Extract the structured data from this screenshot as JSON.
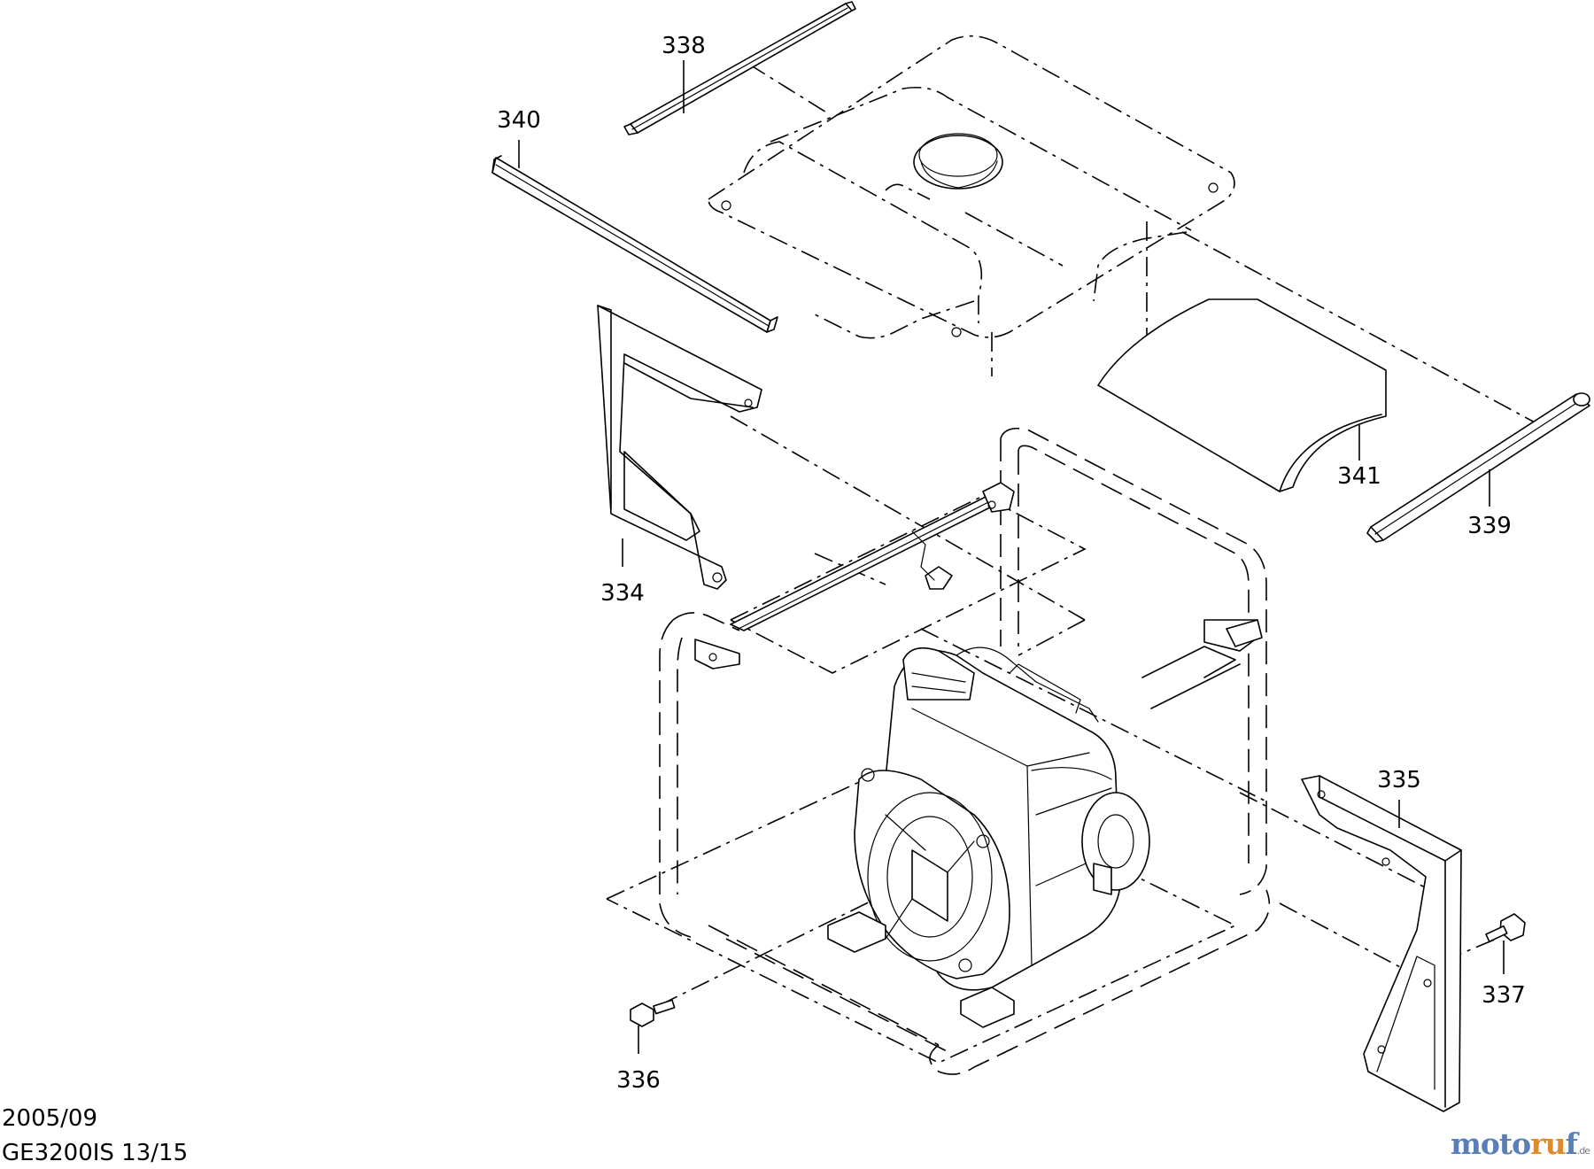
{
  "callouts": {
    "c338": "338",
    "c340": "340",
    "c341": "341",
    "c339": "339",
    "c334": "334",
    "c335": "335",
    "c336": "336",
    "c337": "337"
  },
  "footer": {
    "date": "2005/09",
    "model": "GE3200IS 13/15"
  },
  "watermark": {
    "part1": "moto",
    "part2": "ru",
    "part3": "f",
    "tld": ".de"
  },
  "colors": {
    "watermark_blue": "#5a7fb8",
    "watermark_orange": "#e08a2e"
  }
}
